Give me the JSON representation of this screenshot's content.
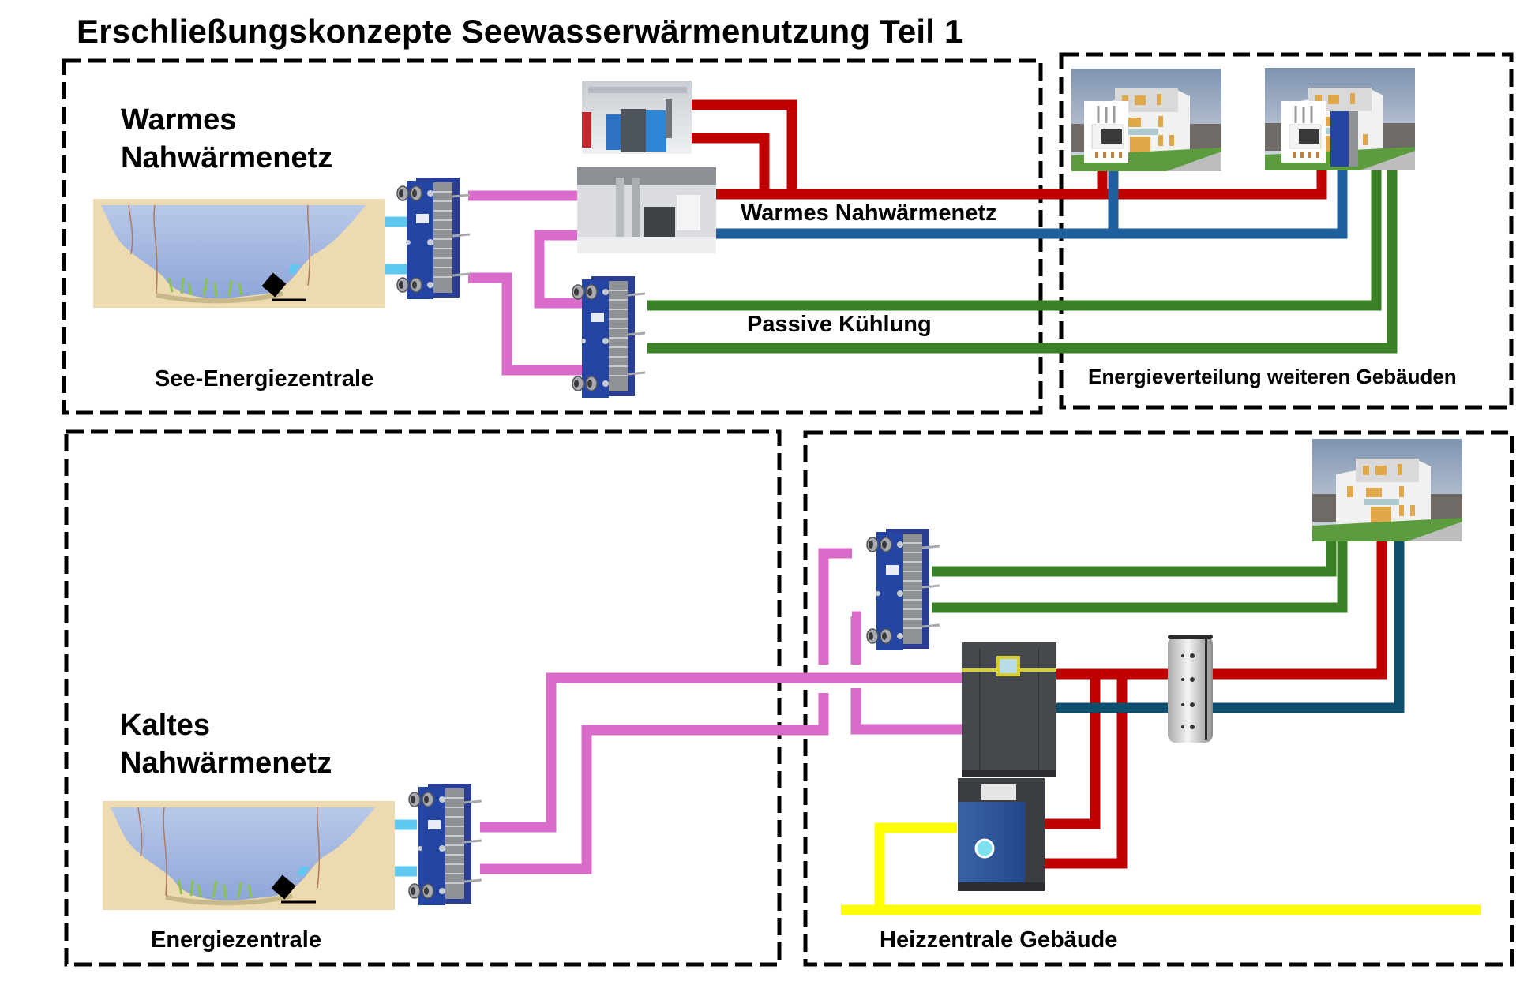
{
  "title": "Erschließungskonzepte Seewasserwärmenutzung Teil 1",
  "colors": {
    "warm_supply": "#c00000",
    "warm_return": "#1f5f9e",
    "cooling": "#3a8025",
    "lake_water": "#5ec8ef",
    "cold_network": "#d86cc8",
    "building_return": "#0b4f6c",
    "gas": "#ffff00",
    "hx_blue": "#1e3e9c"
  },
  "sections": {
    "warm": {
      "heading_line1": "Warmes",
      "heading_line2": "Nahwärmenetz",
      "caption": "See-Energiezentrale",
      "pipe_label_heat": "Warmes Nahwärmenetz",
      "pipe_label_cooling": "Passive Kühlung"
    },
    "distribution": {
      "caption": "Energieverteilung weiteren Gebäuden"
    },
    "cold": {
      "heading_line1": "Kaltes",
      "heading_line2": "Nahwärmenetz",
      "caption": "Energiezentrale"
    },
    "building_plant": {
      "caption": "Heizzentrale Gebäude"
    }
  },
  "components": {
    "lake": "lake-cross-section",
    "heat_exchanger": "plate-heat-exchanger",
    "boiler_room": "boiler-room-photo",
    "heat_pump_plant": "heat-pump-plant-photo",
    "house": "multi-family-house-photo",
    "transfer_station": "heat-transfer-station",
    "heat_pump": "heat-pump-unit",
    "storage_tank": "buffer-storage-tank",
    "gas_boiler": "gas-boiler-unit"
  }
}
